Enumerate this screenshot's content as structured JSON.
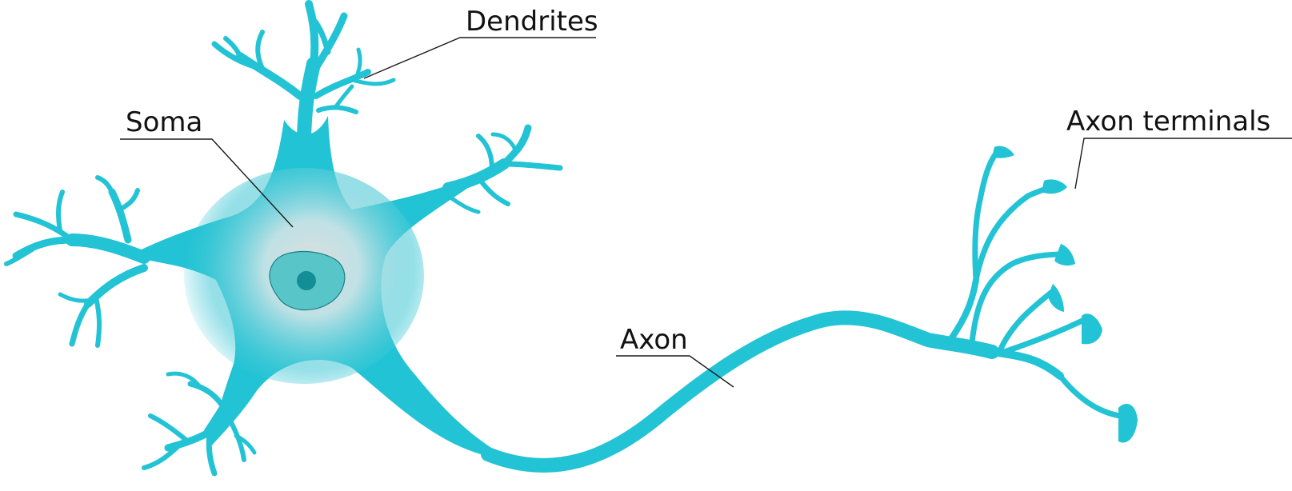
{
  "diagram": {
    "colors": {
      "neuron": "#22c3d4",
      "soma_highlight": "#d9dcdc",
      "nucleus": "#58c6c9",
      "nucleolus": "#138e94",
      "text": "#111111"
    },
    "labels": {
      "dendrites": "Dendrites",
      "soma": "Soma",
      "axon": "Axon",
      "axon_terminals": "Axon terminals"
    }
  }
}
